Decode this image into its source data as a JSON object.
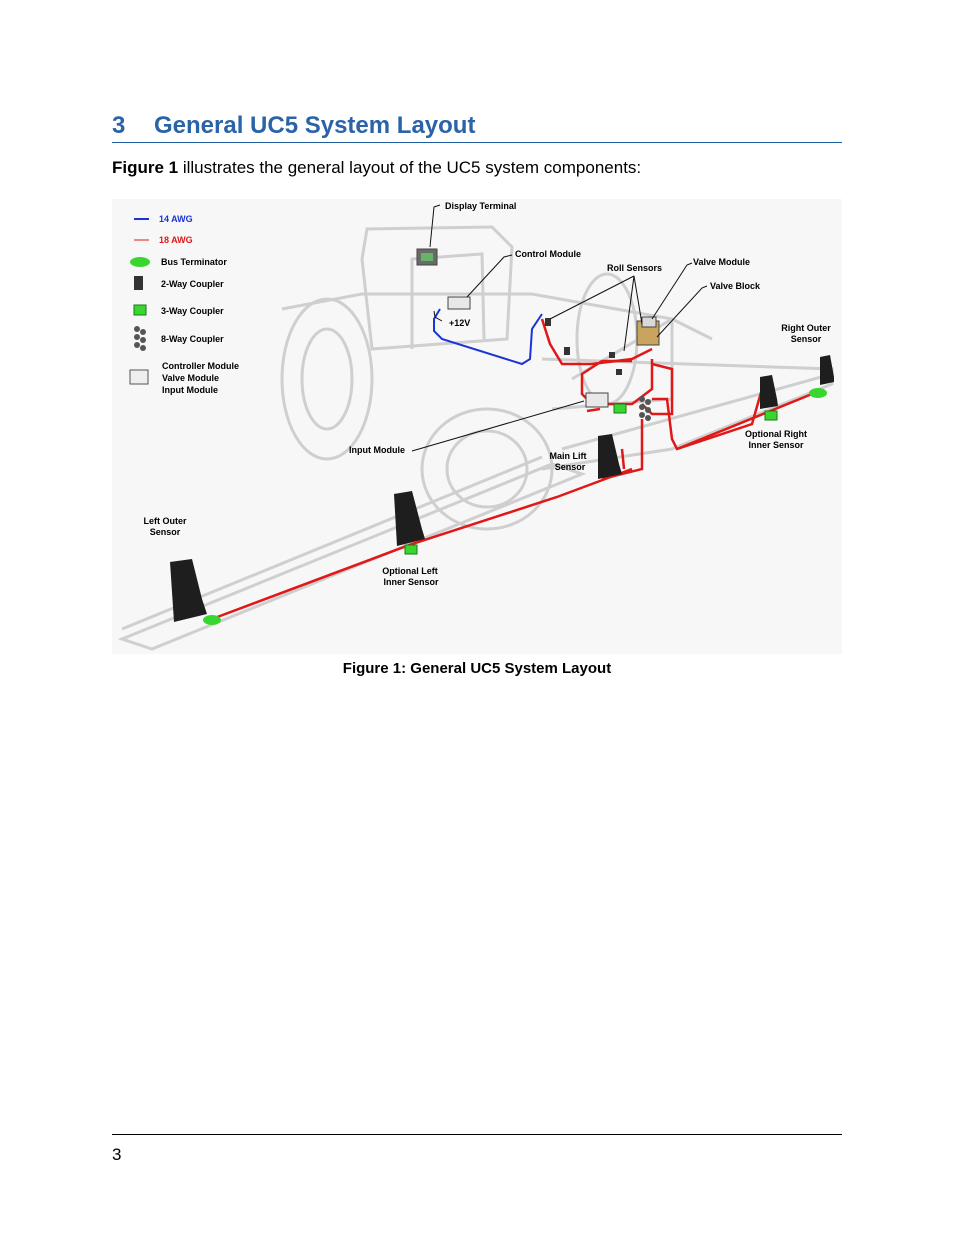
{
  "section": {
    "number": "3",
    "title": "General UC5 System Layout"
  },
  "intro": {
    "ref": "Figure 1",
    "text": " illustrates the general layout of the UC5 system components:"
  },
  "legend": [
    {
      "key": "wire14",
      "label": "14 AWG",
      "color": "#1a35d6"
    },
    {
      "key": "wire18",
      "label": "18 AWG",
      "color": "#e01818"
    },
    {
      "key": "bus",
      "label": "Bus Terminator"
    },
    {
      "key": "two",
      "label": "2-Way Coupler"
    },
    {
      "key": "three",
      "label": "3-Way Coupler"
    },
    {
      "key": "eight",
      "label": "8-Way Coupler"
    },
    {
      "key": "module",
      "label_lines": [
        "Controller Module",
        "Valve Module",
        "Input Module"
      ]
    }
  ],
  "callouts": {
    "display_terminal": "Display Terminal",
    "control_module": "Control Module",
    "roll_sensors": "Roll Sensors",
    "valve_module": "Valve Module",
    "valve_block": "Valve Block",
    "plus12v": "+12V",
    "right_outer": [
      "Right Outer",
      "Sensor"
    ],
    "optional_right_inner": [
      "Optional Right",
      "Inner Sensor"
    ],
    "input_module": "Input Module",
    "main_lift": [
      "Main Lift",
      "Sensor"
    ],
    "left_outer": [
      "Left Outer",
      "Sensor"
    ],
    "optional_left_inner": [
      "Optional Left",
      "Inner Sensor"
    ]
  },
  "colors": {
    "heading": "#2a63a8",
    "wire14": "#1a35d6",
    "wire18": "#e01818",
    "terminator": "#39d62f",
    "outline": "#c8c8c8"
  },
  "caption": "Figure 1: General UC5 System Layout",
  "page_number": "3"
}
